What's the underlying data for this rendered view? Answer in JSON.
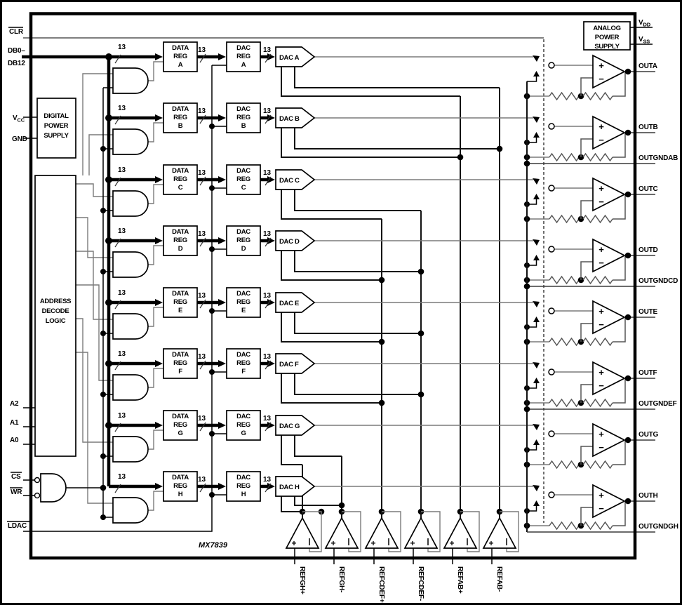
{
  "part_number": "MX7839",
  "pins": {
    "clr": "CLR",
    "db_line1": "DB0–",
    "db_line2": "DB12",
    "vcc_base": "V",
    "vcc_sub": "CC",
    "gnd": "GND",
    "a2": "A2",
    "a1": "A1",
    "a0": "A0",
    "cs": "CS",
    "wr": "WR",
    "ldac": "LDAC",
    "vdd_base": "V",
    "vdd_sub": "DD",
    "vss_base": "V",
    "vss_sub": "SS",
    "outputs": [
      "OUTA",
      "OUTB",
      "OUTC",
      "OUTD",
      "OUTE",
      "OUTF",
      "OUTG",
      "OUTH"
    ],
    "out_grounds": [
      "OUTGNDAB",
      "OUTGNDCD",
      "OUTGNDEF",
      "OUTGNDGH"
    ],
    "refs": [
      "REFGH+",
      "REFGH-",
      "REFCDEF+",
      "REFCDEF-",
      "REFAB+",
      "REFAB-"
    ]
  },
  "blocks": {
    "digital_power": [
      "DIGITAL",
      "POWER",
      "SUPPLY"
    ],
    "analog_power": [
      "ANALOG",
      "POWER",
      "SUPPLY"
    ],
    "address_decode": [
      "ADDRESS",
      "DECODE",
      "LOGIC"
    ],
    "data_reg_lines": [
      "DATA",
      "REG"
    ],
    "dac_reg_lines": [
      "DAC",
      "REG"
    ]
  },
  "channels": [
    "A",
    "B",
    "C",
    "D",
    "E",
    "F",
    "G",
    "H"
  ],
  "dac_labels": [
    "DAC A",
    "DAC B",
    "DAC C",
    "DAC D",
    "DAC E",
    "DAC F",
    "DAC G",
    "DAC H"
  ],
  "bus_width": "13",
  "symbols": {
    "plus": "+",
    "minus": "−"
  },
  "colors": {
    "background": "#ffffff",
    "line": "#000000",
    "light_wire": "#7a7a7a"
  }
}
